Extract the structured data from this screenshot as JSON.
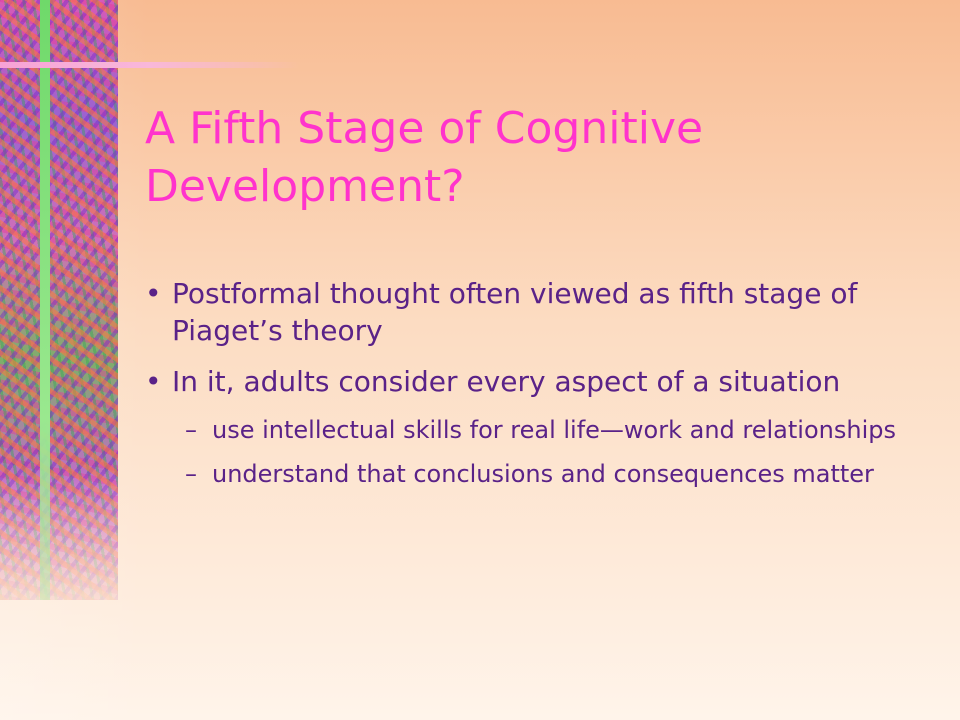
{
  "slide": {
    "title": "A Fifth Stage of Cognitive Development?",
    "bullets": [
      {
        "marker": "•",
        "text": "Postformal thought often viewed as fifth stage of Piaget’s theory"
      },
      {
        "marker": "•",
        "text": "In it, adults consider every aspect of a situation"
      }
    ],
    "sub_bullets": [
      {
        "marker": "–",
        "text": "use intellectual skills for real life—work and relationships"
      },
      {
        "marker": "–",
        "text": "understand that conclusions and consequences matter"
      }
    ]
  },
  "colors": {
    "title": "#ff33cc",
    "body_text": "#5a2288",
    "background_top": "#f8bb92",
    "background_bottom": "#fff4ea",
    "accent_bar": "#6fd96a"
  }
}
